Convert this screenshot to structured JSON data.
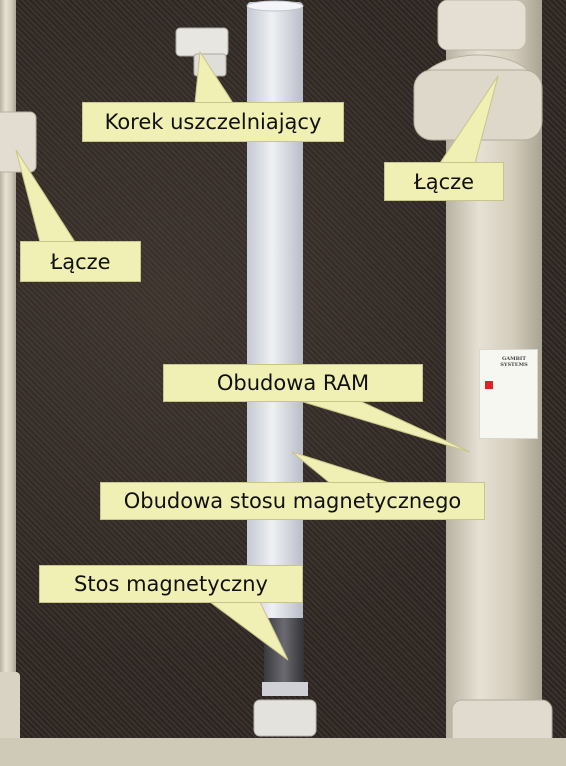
{
  "callouts": {
    "korek": "Korek uszczelniający",
    "lacze_right": "Łącze",
    "lacze_left": "Łącze",
    "ram": "Obudowa RAM",
    "obudowa_stosu": "Obudowa stosu magnetycznego",
    "stos": "Stos magnetyczny"
  },
  "product_label": {
    "company": "GAMBIT SYSTEMS"
  },
  "colors": {
    "callout_bg": "#f1f0b4",
    "pipe_beige": "#d8d2c2",
    "tube_white": "#dcdfe6",
    "carpet": "#332b26"
  }
}
